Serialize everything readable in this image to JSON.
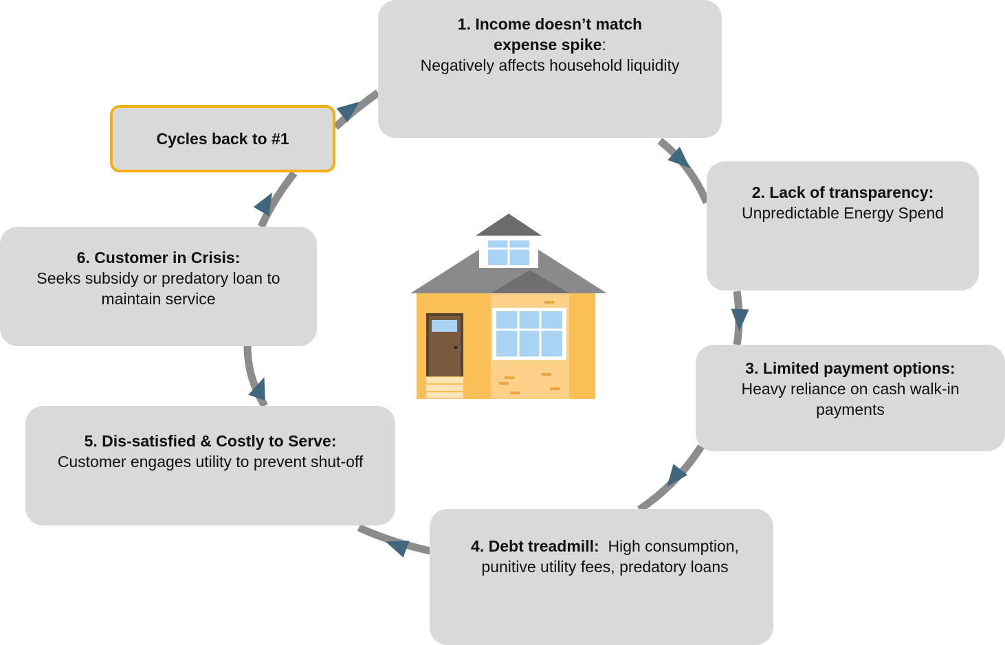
{
  "colors": {
    "box_fill": "#d9d9d9",
    "ring": "#8c8c8c",
    "arrow": "#41677f",
    "highlight_border": "#f2b111",
    "house_wall": "#fbbf58",
    "house_roof": "#8a8a8a"
  },
  "steps": [
    {
      "title": "1. Income doesn’t match expense spike",
      "suffix": ":",
      "body": "Negatively affects household liquidity"
    },
    {
      "title": "2. Lack of transparency:",
      "suffix": "",
      "body": "Unpredictable Energy Spend"
    },
    {
      "title": "3. Limited payment options:",
      "suffix": "",
      "body": "Heavy reliance on cash walk-in payments"
    },
    {
      "title": "4. Debt treadmill:",
      "suffix": "",
      "body": "High consumption, punitive utility fees, predatory loans"
    },
    {
      "title": "5. Dis-satisfied & Costly to Serve:",
      "suffix": "",
      "body": "Customer engages utility to prevent shut-off"
    },
    {
      "title": "6. Customer in Crisis",
      "suffix": ":",
      "body": "Seeks subsidy or predatory loan to maintain service"
    }
  ],
  "cycle_back": {
    "label": "Cycles back to #1"
  },
  "icons": {
    "center": "house-icon",
    "connector": "arrowhead-icon"
  }
}
